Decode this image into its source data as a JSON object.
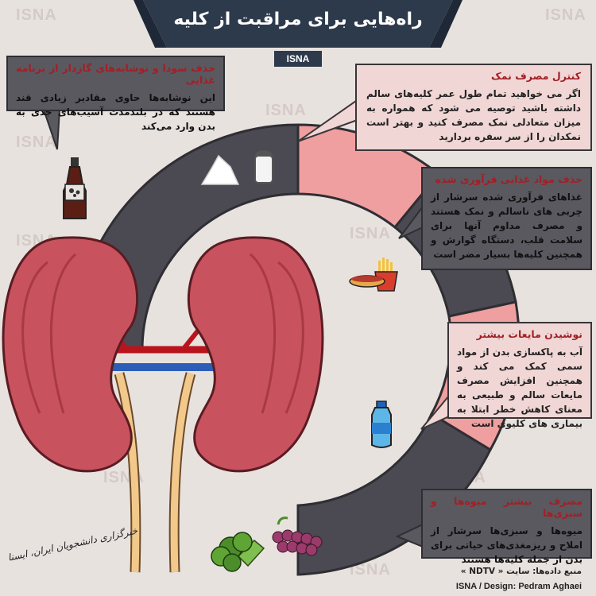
{
  "header": {
    "title": "راه‌هایی برای مراقبت از کلیه",
    "brand": "ISNA"
  },
  "watermark": "ISNA",
  "tips": [
    {
      "title": "حذف سودا و نوشابه‌های گازدار از برنامه غذایی",
      "body": "این نوشابه‌ها حاوی مقادیر زیادی قند هستند که در بلندمدت آسیب‌های جدی به بدن وارد می‌کند",
      "icon": "soda-bottle-icon"
    },
    {
      "title": "کنترل مصرف نمک",
      "body": "اگر می خواهید تمام طول عمر کلیه‌های سالم داشته باشید توصیه می شود که همواره به میزان متعادلی نمک مصرف کنید و بهتر است نمکدان را از سر سفره بردارید",
      "icon": "salt-shaker-icon"
    },
    {
      "title": "حذف مواد غذایی فرآوری شده",
      "body": "غذاهای فرآوری شده سرشار از چربی های ناسالم و نمک هستند و مصرف مداوم آنها برای سلامت قلب، دستگاه گوارش و همچنین کلیه‌ها بسیار مضر است",
      "icon": "fast-food-icon"
    },
    {
      "title": "نوشیدن مایعات بیشتر",
      "body": "آب به پاکسازی بدن از مواد سمی کمک می کند و همچنین افزایش مصرف مایعات سالم و طبیعی به معنای کاهش خطر ابتلا به بیماری های کلیوی است",
      "icon": "water-bottle-icon"
    },
    {
      "title": "مصرف بیشتر میوه‌ها و سبزی‌ها",
      "body": "میوه‌ها و سبزی‌ها سرشار از املاح و ریزمغذی‌های حیاتی برای بدن از جمله کلیه‌ها هستند",
      "icon": "broccoli-grapes-icon"
    }
  ],
  "footer": {
    "source": "منبع داده‌ها: سایت « NDTV »",
    "credit": "ISNA / Design: Pedram Aghaei",
    "agency": "خبرگزاری دانشجویان ایران، ایسنا"
  },
  "colors": {
    "background": "#e8e2df",
    "ring_dark": "#4b4a52",
    "ring_light": "#ef9f9f",
    "kidney": "#c9525f",
    "title_bar": "#2d3a4c",
    "heading_red": "#a21f26"
  }
}
